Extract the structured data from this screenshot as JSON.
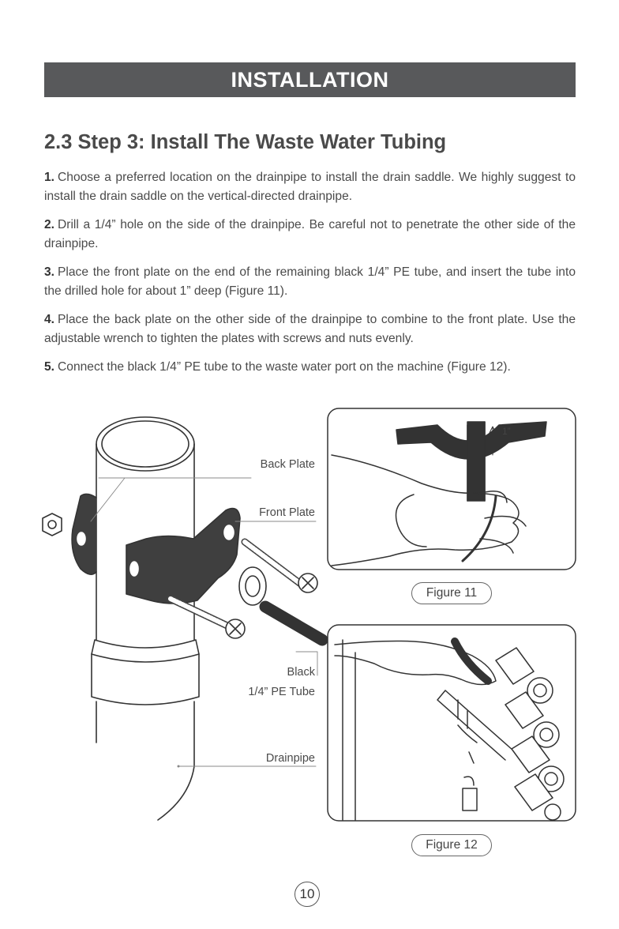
{
  "header": {
    "title": "INSTALLATION"
  },
  "section": {
    "title": "2.3 Step 3: Install The Waste Water Tubing"
  },
  "steps": [
    {
      "num": "1.",
      "text": "Choose a preferred location on the drainpipe to install the drain saddle. We highly suggest to install the drain saddle on the vertical-directed drainpipe."
    },
    {
      "num": "2.",
      "text": "Drill a 1/4” hole on the side of the drainpipe. Be careful not to penetrate the other side of the drainpipe."
    },
    {
      "num": "3.",
      "text": "Place the front plate on the end of the remaining black 1/4” PE tube, and insert the tube into the drilled hole for about 1” deep (Figure 11)."
    },
    {
      "num": "4.",
      "text": "Place the back plate on the other side of the drainpipe to combine to the front plate. Use the adjustable wrench to tighten the plates with screws and nuts evenly."
    },
    {
      "num": "5.",
      "text": "Connect the black 1/4” PE tube to the waste water port on the machine (Figure 12)."
    }
  ],
  "diagram": {
    "labels": {
      "back_plate": "Back Plate",
      "front_plate": "Front Plate",
      "black": "Black",
      "pe_tube": "1/4” PE Tube",
      "drainpipe": "Drainpipe"
    }
  },
  "figure11": {
    "caption": "Figure 11",
    "depth_label": "1”"
  },
  "figure12": {
    "caption": "Figure 12"
  },
  "page": {
    "number": "10"
  }
}
